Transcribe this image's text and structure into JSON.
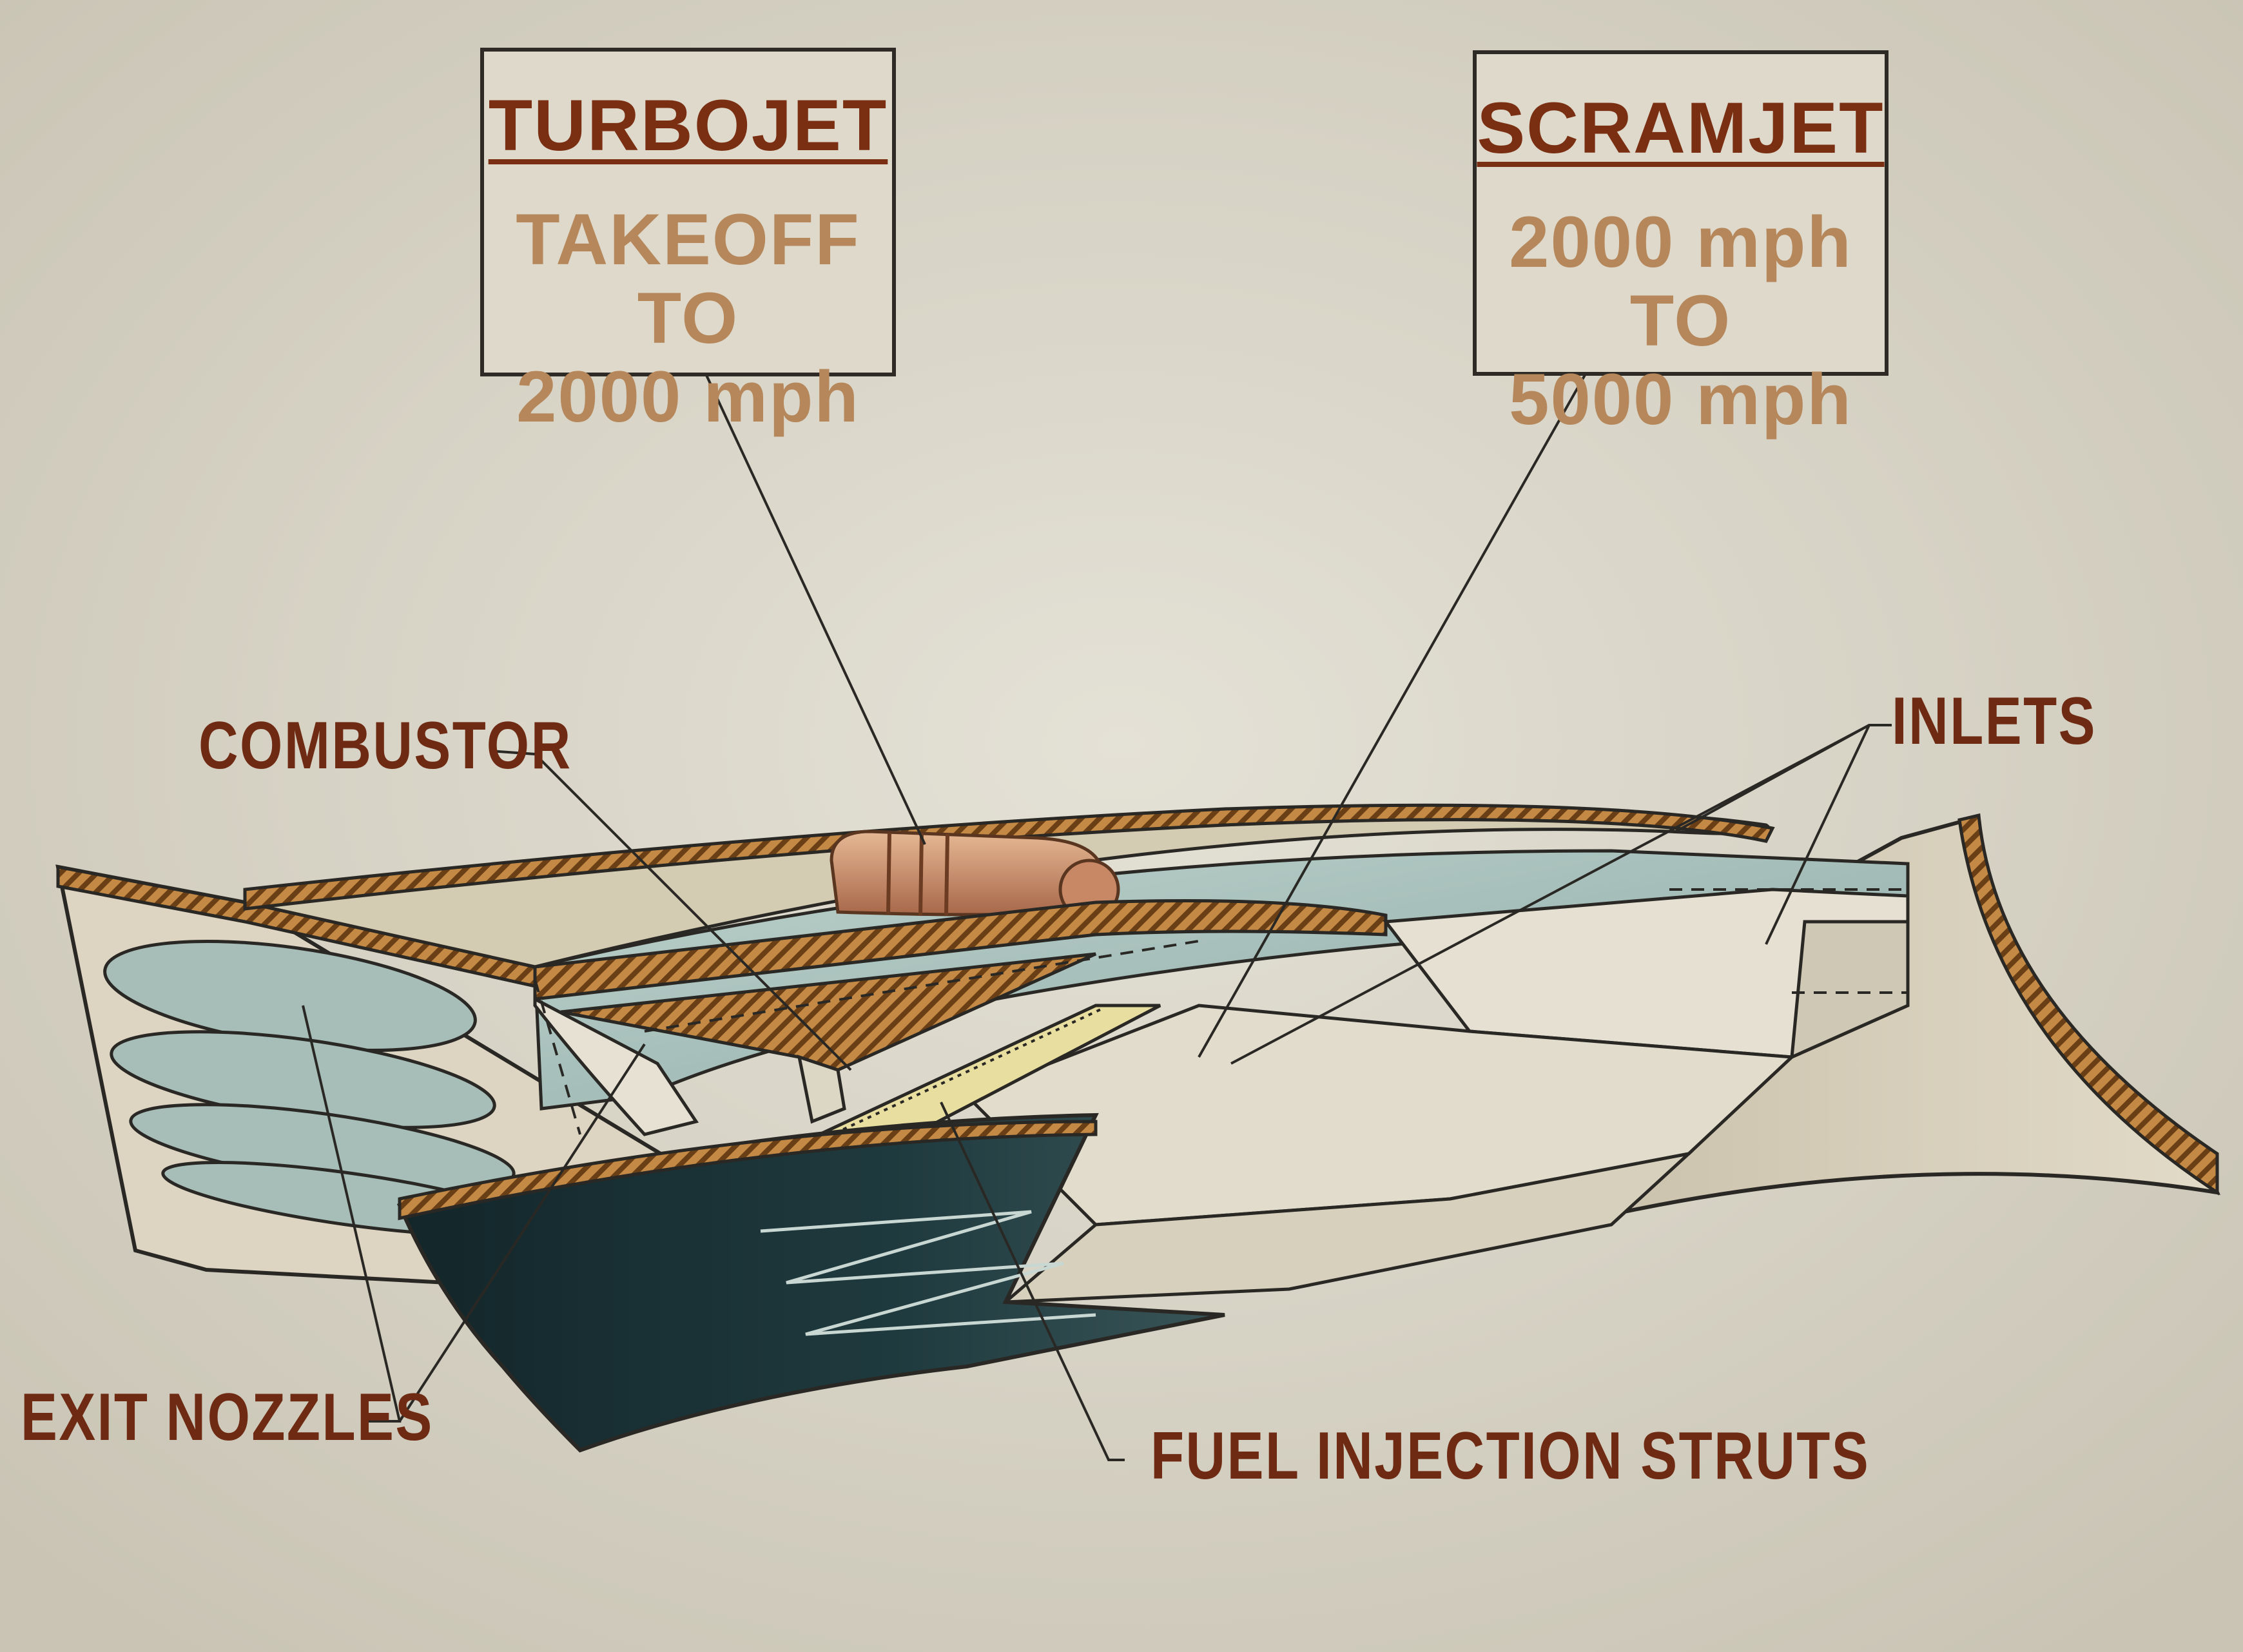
{
  "boxes": {
    "turbojet": {
      "title": "TURBOJET",
      "line1": "TAKEOFF TO",
      "line2": "2000 mph"
    },
    "scramjet": {
      "title": "SCRAMJET",
      "line1": "2000 mph TO",
      "line2": "5000 mph"
    }
  },
  "labels": {
    "combustor": "COMBUSTOR",
    "inlets": "INLETS",
    "exit_nozzles": "EXIT NOZZLES",
    "fuel_injection_struts": "FUEL INJECTION STRUTS"
  },
  "colors": {
    "background": "#d9d5c7",
    "label_text": "#6e2a12",
    "box_text": "#b5875a",
    "hatched_skin": "#c48a45",
    "dark_hull": "#1b2e31",
    "teal_interior": "#a9c2bd",
    "turbojet_engine": "#d09c78"
  }
}
